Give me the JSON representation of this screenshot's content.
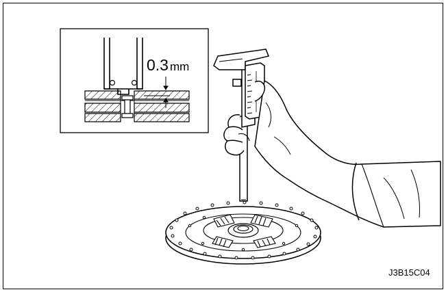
{
  "inset": {
    "measurement_value": "0.3",
    "measurement_unit": "mm"
  },
  "figure_code": "J3B15C04",
  "colors": {
    "line": "#000000",
    "background": "#ffffff"
  }
}
